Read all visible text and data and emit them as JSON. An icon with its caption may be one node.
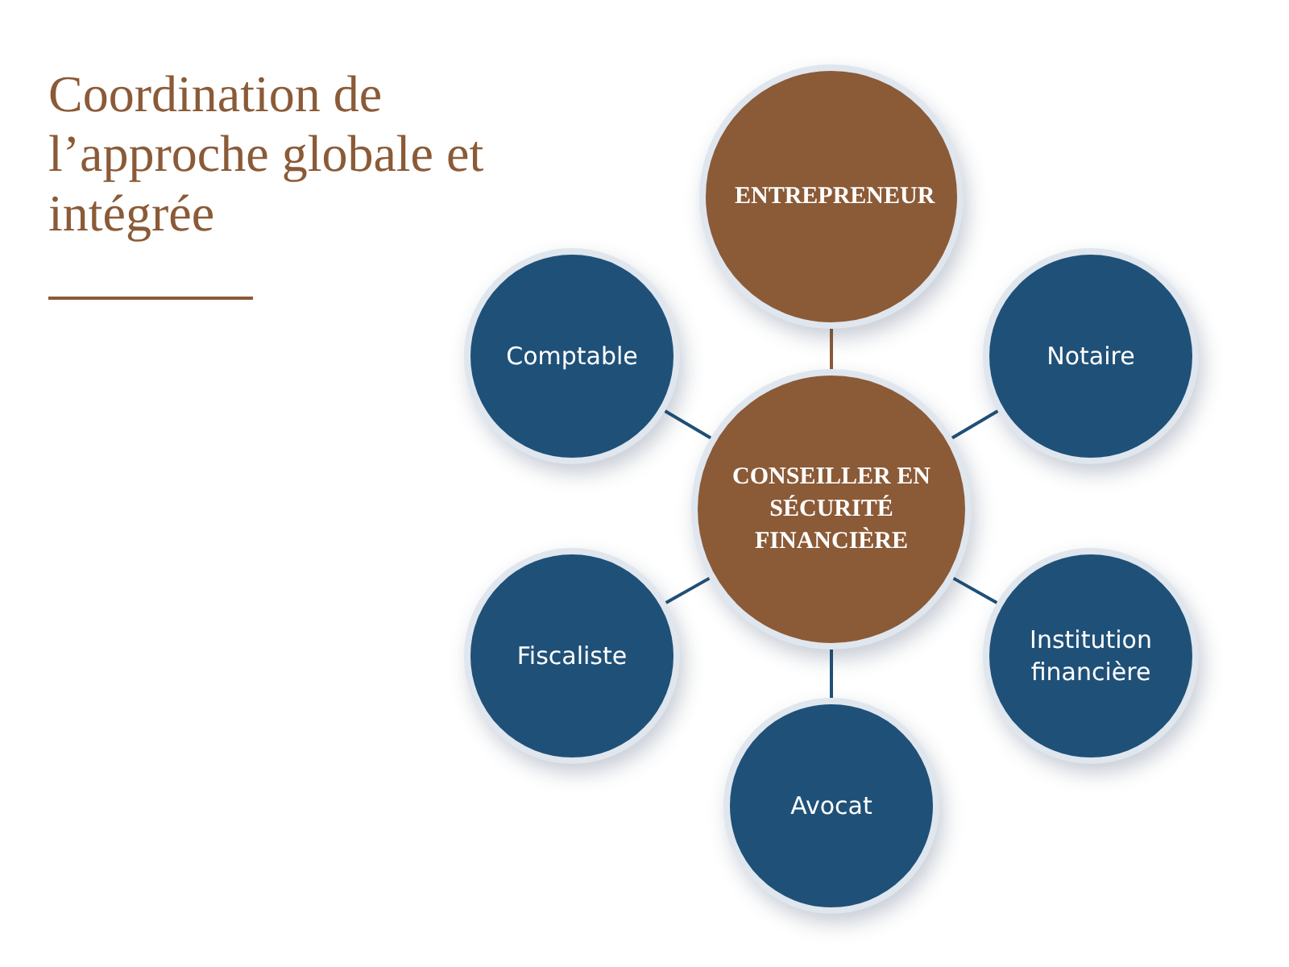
{
  "diagram": {
    "title": "Coordination de l’approche globale et intégrée",
    "nodes": [
      {
        "text": [
          "ENTREPRENEUR"
        ]
      },
      {
        "text": [
          "Comptable"
        ]
      },
      {
        "text": [
          "Notaire"
        ]
      },
      {
        "text": [
          "CONSEILLER EN SÉCURITÉ FINANCIÈRE"
        ]
      },
      {
        "text": [
          "Fiscaliste"
        ]
      },
      {
        "text": [
          "Institution financière"
        ]
      },
      {
        "text": [
          "Avocat"
        ]
      }
    ],
    "edges": [
      {
        "from": 3,
        "to": 0,
        "arrow": "none",
        "color": "#8b5a37"
      },
      {
        "from": 3,
        "to": 1,
        "arrow": "none"
      },
      {
        "from": 3,
        "to": 2,
        "arrow": "none"
      },
      {
        "from": 3,
        "to": 4,
        "arrow": "none"
      },
      {
        "from": 3,
        "to": 5,
        "arrow": "none"
      },
      {
        "from": 3,
        "to": 6,
        "arrow": "none"
      }
    ]
  }
}
